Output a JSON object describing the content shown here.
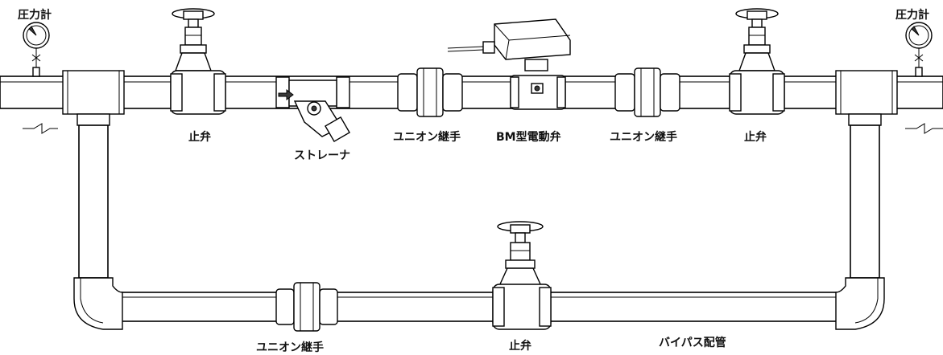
{
  "labels": {
    "pressure_gauge_left": "圧力計",
    "pressure_gauge_right": "圧力計",
    "stop_valve_left": "止弁",
    "strainer": "ストレーナ",
    "union_joint_1": "ユニオン継手",
    "motor_valve": "BM型電動弁",
    "union_joint_2": "ユニオン継手",
    "stop_valve_right": "止弁",
    "union_joint_bypass": "ユニオン継手",
    "stop_valve_bypass": "止弁",
    "bypass_pipe": "バイパス配管"
  },
  "colors": {
    "line": "#000000",
    "fill": "#ffffff",
    "dark": "#3a3a3a"
  }
}
